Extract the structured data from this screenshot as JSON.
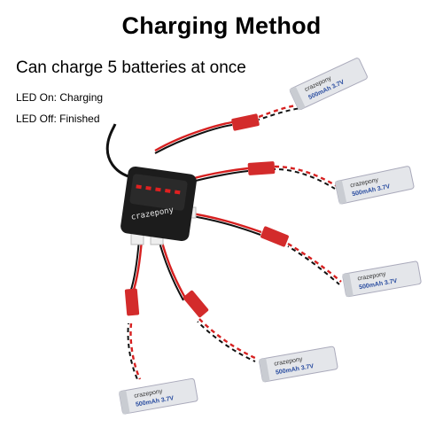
{
  "title": "Charging Method",
  "subtitle": "Can charge 5 batteries at once",
  "notes": {
    "led_on": "LED On: Charging",
    "led_off": "LED Off: Finished"
  },
  "charger": {
    "brand": "crazepony",
    "led_count": 5,
    "led_color": "#e02020"
  },
  "battery": {
    "capacity_label": "500mAh 3.7V",
    "brand": "crazepony",
    "count": 5
  },
  "colors": {
    "wire_red": "#d62020",
    "wire_black": "#111111",
    "connector_red": "#d32b2b",
    "charger_body": "#1c1c1c",
    "battery_body": "#e4e6ea"
  }
}
